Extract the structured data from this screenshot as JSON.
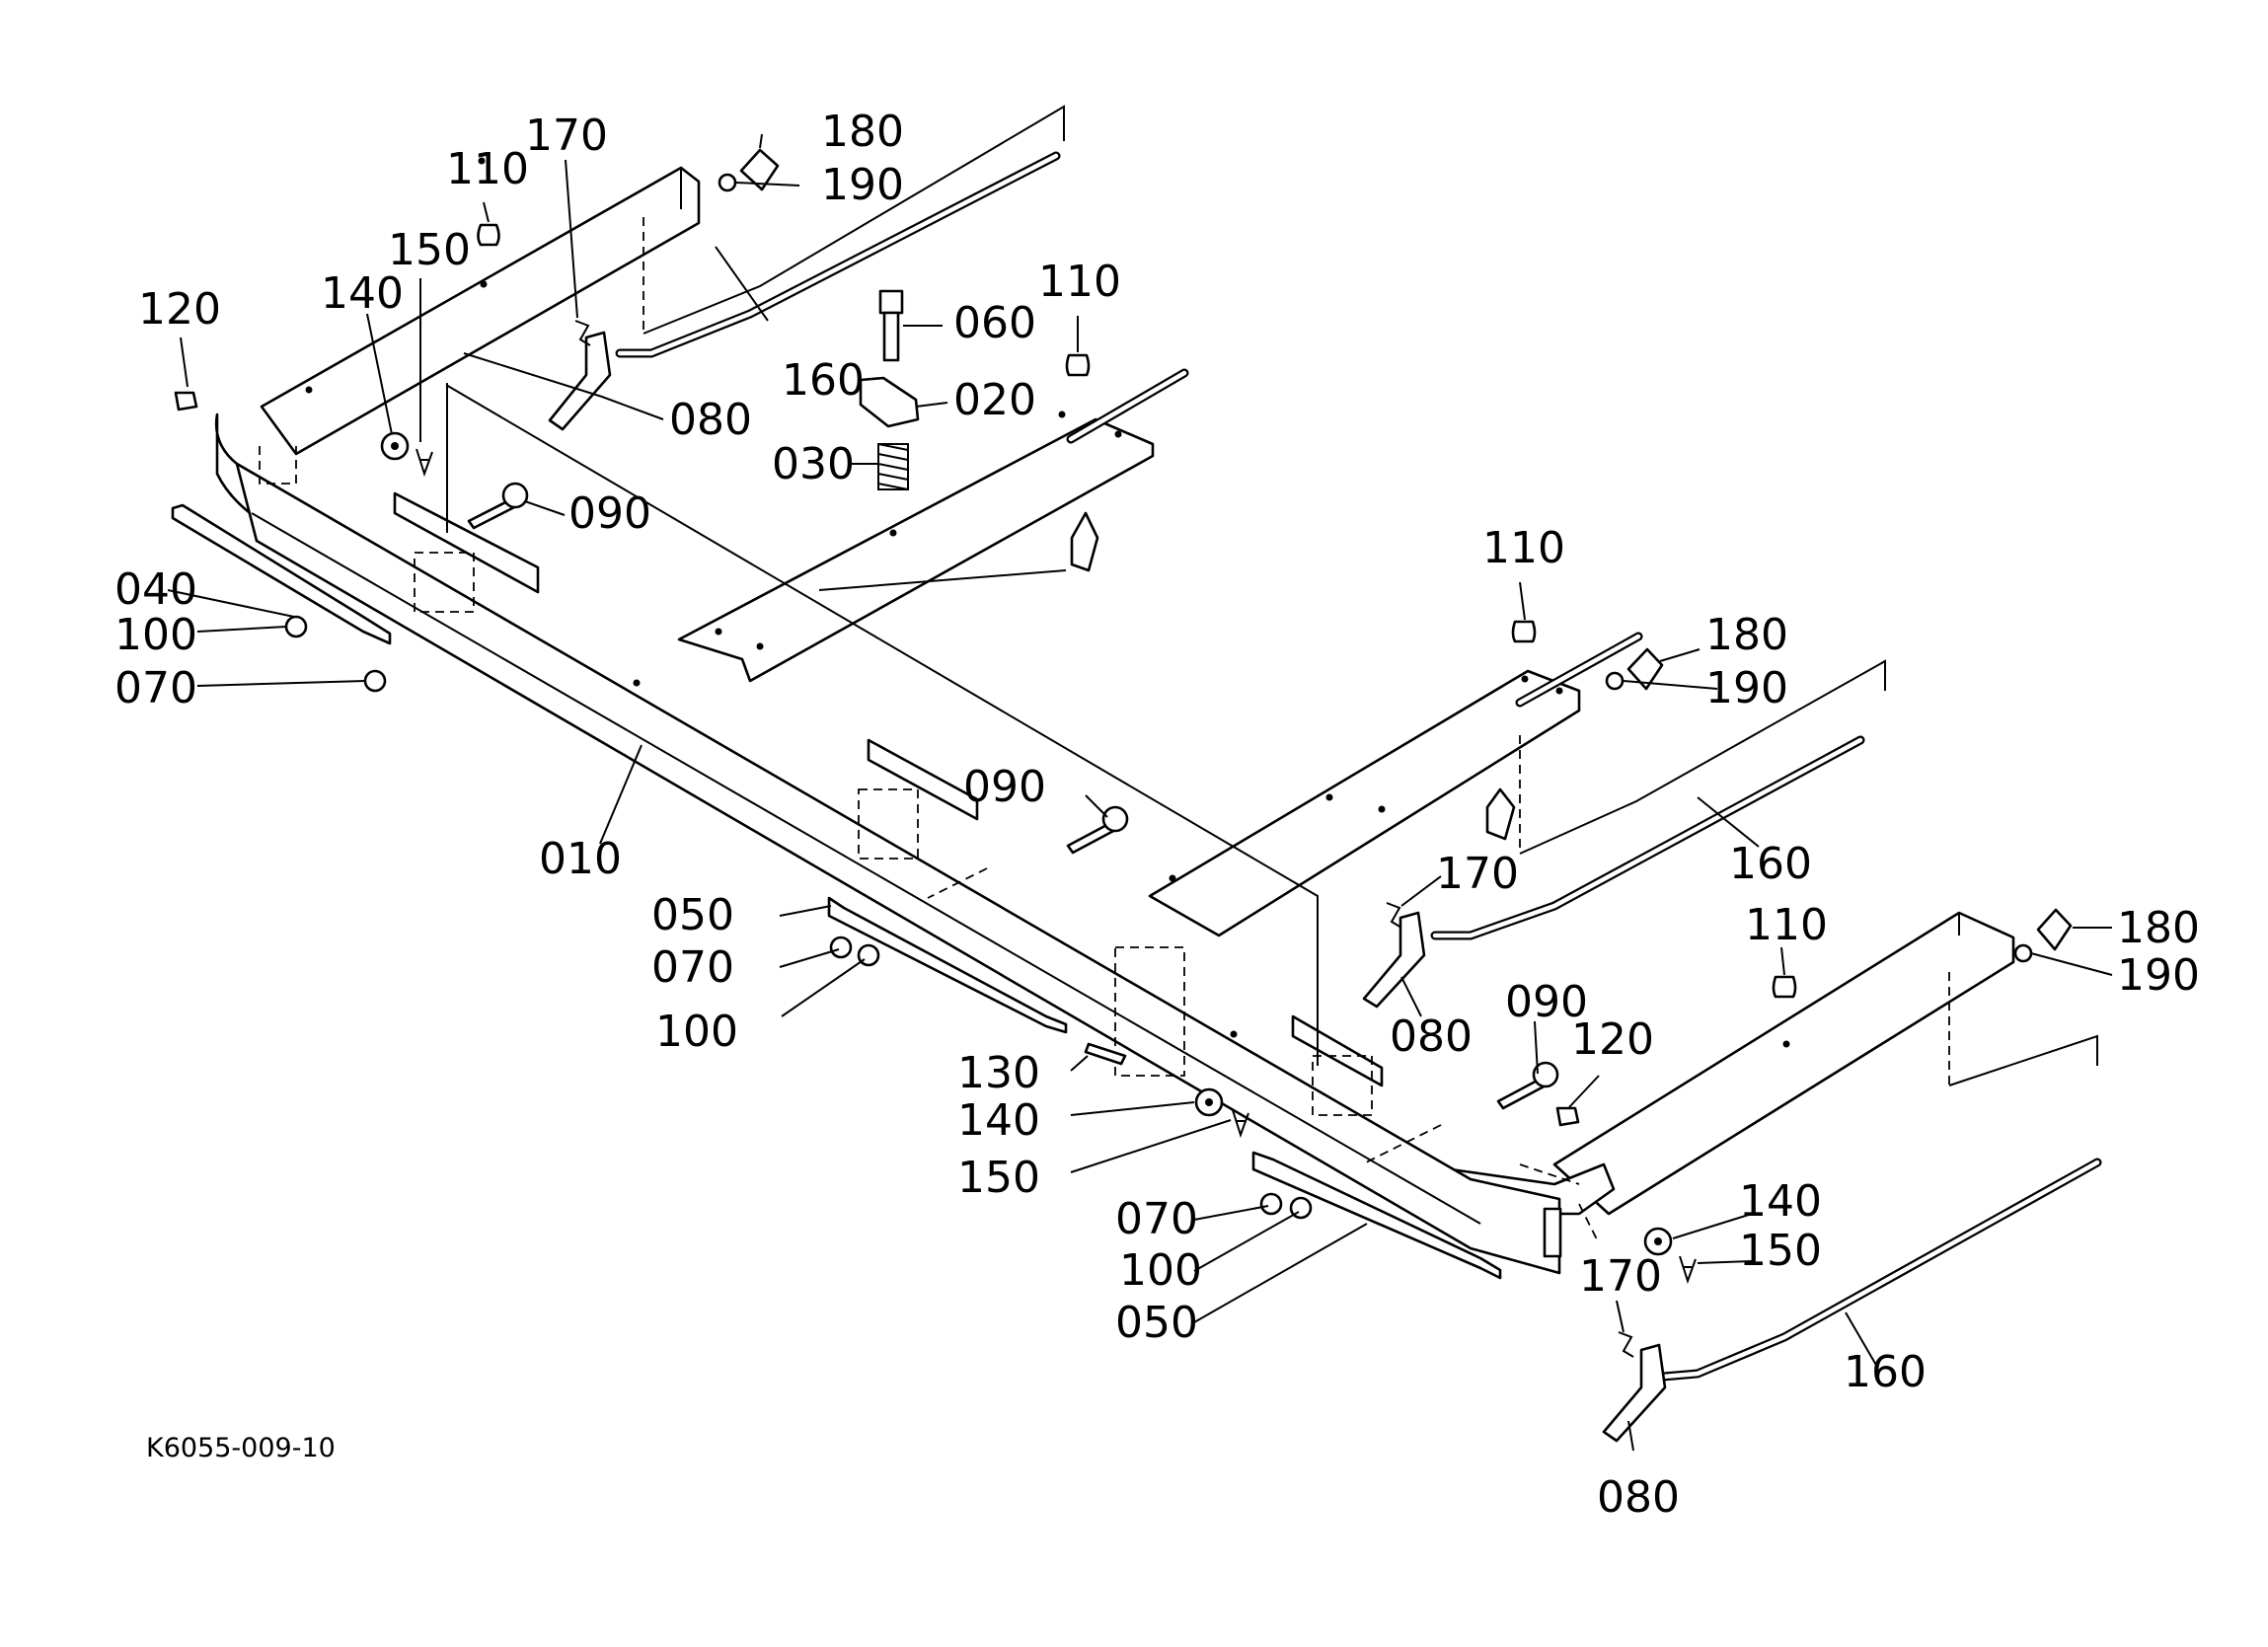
{
  "diagram": {
    "drawing_code": "K6055-009-10",
    "callouts": [
      {
        "id": "c-120-a",
        "text": "120"
      },
      {
        "id": "c-140-a",
        "text": "140"
      },
      {
        "id": "c-150-a",
        "text": "150"
      },
      {
        "id": "c-110-a",
        "text": "110"
      },
      {
        "id": "c-170-a",
        "text": "170"
      },
      {
        "id": "c-180-a",
        "text": "180"
      },
      {
        "id": "c-190-a",
        "text": "190"
      },
      {
        "id": "c-160-a",
        "text": "160"
      },
      {
        "id": "c-080-a",
        "text": "080"
      },
      {
        "id": "c-090-a",
        "text": "090"
      },
      {
        "id": "c-040",
        "text": "040"
      },
      {
        "id": "c-100-a",
        "text": "100"
      },
      {
        "id": "c-070-a",
        "text": "070"
      },
      {
        "id": "c-010",
        "text": "010"
      },
      {
        "id": "c-060",
        "text": "060"
      },
      {
        "id": "c-020",
        "text": "020"
      },
      {
        "id": "c-030",
        "text": "030"
      },
      {
        "id": "c-110-b",
        "text": "110"
      },
      {
        "id": "c-110-c",
        "text": "110"
      },
      {
        "id": "c-180-b",
        "text": "180"
      },
      {
        "id": "c-190-b",
        "text": "190"
      },
      {
        "id": "c-160-b",
        "text": "160"
      },
      {
        "id": "c-170-b",
        "text": "170"
      },
      {
        "id": "c-080-b",
        "text": "080"
      },
      {
        "id": "c-090-b",
        "text": "090"
      },
      {
        "id": "c-050-a",
        "text": "050"
      },
      {
        "id": "c-070-b",
        "text": "070"
      },
      {
        "id": "c-100-b",
        "text": "100"
      },
      {
        "id": "c-130",
        "text": "130"
      },
      {
        "id": "c-140-b",
        "text": "140"
      },
      {
        "id": "c-150-b",
        "text": "150"
      },
      {
        "id": "c-110-d",
        "text": "110"
      },
      {
        "id": "c-180-c",
        "text": "180"
      },
      {
        "id": "c-190-c",
        "text": "190"
      },
      {
        "id": "c-090-c",
        "text": "090"
      },
      {
        "id": "c-120-b",
        "text": "120"
      },
      {
        "id": "c-140-c",
        "text": "140"
      },
      {
        "id": "c-150-c",
        "text": "150"
      },
      {
        "id": "c-070-c",
        "text": "070"
      },
      {
        "id": "c-100-c",
        "text": "100"
      },
      {
        "id": "c-050-b",
        "text": "050"
      },
      {
        "id": "c-170-c",
        "text": "170"
      },
      {
        "id": "c-160-c",
        "text": "160"
      },
      {
        "id": "c-080-c",
        "text": "080"
      }
    ]
  }
}
